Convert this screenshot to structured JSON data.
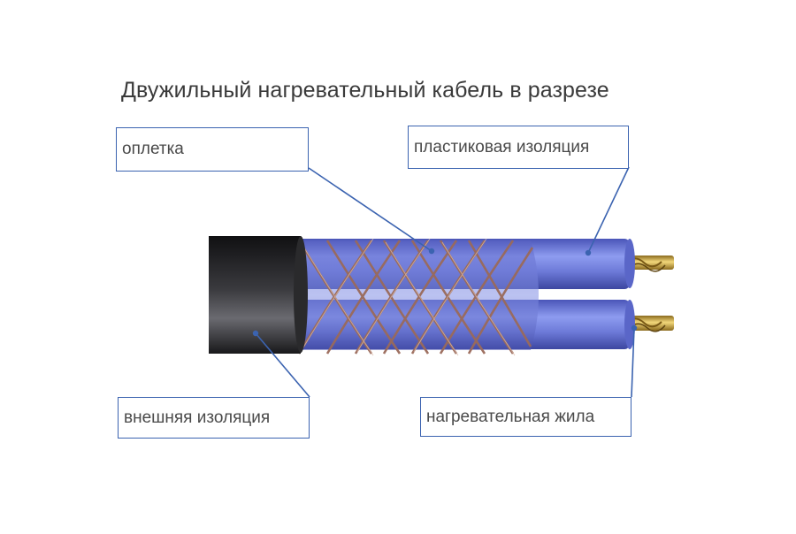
{
  "title": "Двужильный нагревательный кабель в разрезе",
  "labels": {
    "braid": "оплетка",
    "plastic_insulation": "пластиковая изоляция",
    "outer_insulation": "внешняя изоляция",
    "heating_core": "нагревательная жила"
  },
  "colors": {
    "leader_line": "#3b63b0",
    "label_border": "#3b63b0",
    "wire_insulation": "#6a7ad6",
    "braid": "#9a6a5a",
    "outer_jacket": "#1e1e20",
    "copper_core": "#d9b24a"
  }
}
